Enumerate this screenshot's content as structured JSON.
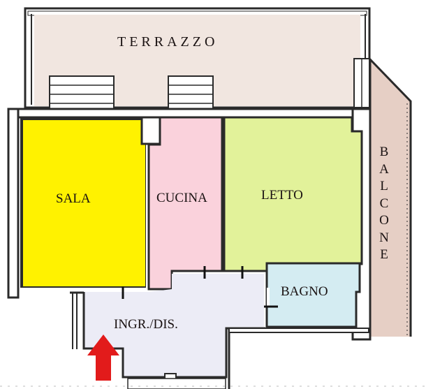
{
  "plan": {
    "type": "apartment-floor-plan",
    "language": "it",
    "rooms": [
      {
        "id": "terrazzo",
        "label": "TERRAZZO",
        "color": "#f1e6e0"
      },
      {
        "id": "sala",
        "label": "SALA",
        "color": "#fff200"
      },
      {
        "id": "cucina",
        "label": "CUCINA",
        "color": "#fad2dc"
      },
      {
        "id": "letto",
        "label": "LETTO",
        "color": "#e2f29a"
      },
      {
        "id": "bagno",
        "label": "BAGNO",
        "color": "#d4ecf2"
      },
      {
        "id": "ingresso",
        "label": "INGR./DIS.",
        "color": "#ececf6"
      },
      {
        "id": "balcone",
        "label": "BALCONE",
        "color": "#e6cfc5"
      }
    ],
    "entrance": {
      "icon": "arrow-up-icon",
      "color": "#e21b1b"
    },
    "wall_color": "#2a2a2a"
  }
}
